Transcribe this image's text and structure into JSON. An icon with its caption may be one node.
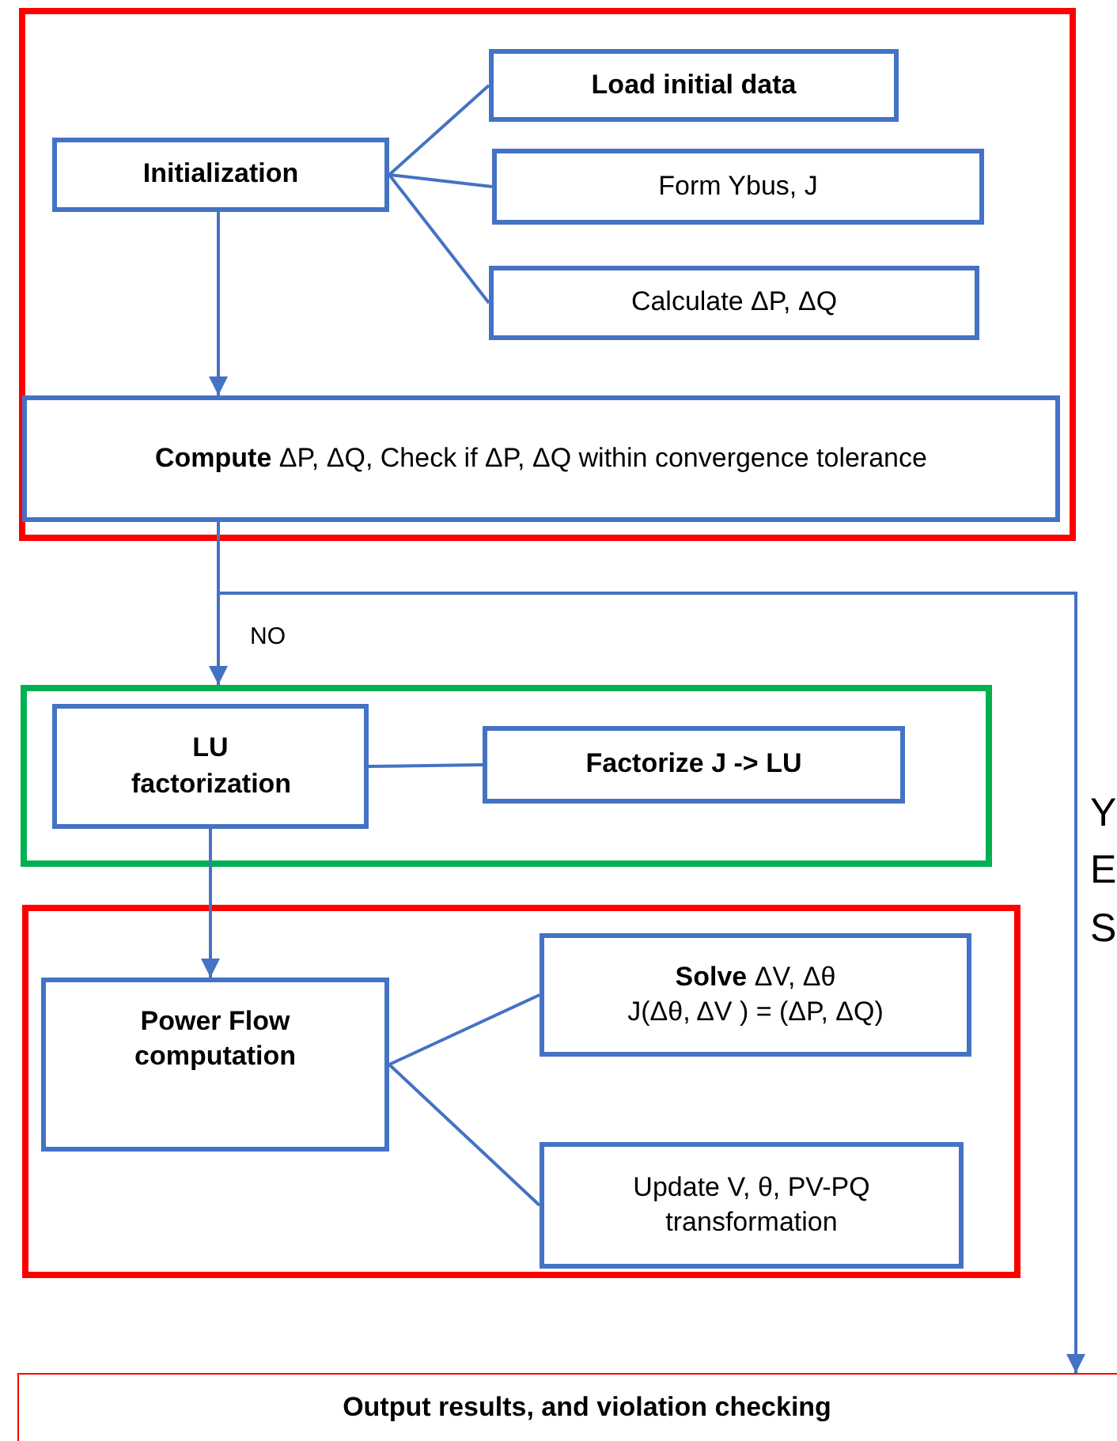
{
  "diagram": {
    "nodes": [
      {
        "text": [],
        "shape": "box"
      },
      {
        "text": [
          "Initialization"
        ],
        "in": 0
      },
      {
        "text": [
          "Load initial data"
        ],
        "in": 0
      },
      {
        "text": [
          "Form Ybus, J"
        ],
        "in": 0
      },
      {
        "text": [
          "Calculate ΔP, ΔQ"
        ],
        "in": 0
      },
      {
        "text": [
          "**Compute** ΔP, ΔQ, Check if ΔP, ΔQ within convergence tolerance"
        ],
        "in": 0
      },
      {
        "text": [],
        "shape": "box"
      },
      {
        "text": [
          "LU factorization"
        ],
        "in": 6
      },
      {
        "text": [
          "Factorize J -> LU"
        ],
        "in": 6
      },
      {
        "text": [],
        "shape": "box"
      },
      {
        "text": [
          "Power Flow computation"
        ],
        "in": 9
      },
      {
        "text": [
          "**Solve** ΔV, Δθ",
          "J(Δθ, ΔV ) = (ΔP, ΔQ)"
        ],
        "in": 9
      },
      {
        "text": [
          "Update V, θ, PV-PQ transformation"
        ],
        "in": 9
      },
      {
        "text": [
          "Output results, and violation checking"
        ]
      }
    ],
    "edges": [
      {
        "from": 1,
        "to": 2,
        "arrow": "none"
      },
      {
        "from": 1,
        "to": 3,
        "arrow": "none"
      },
      {
        "from": 1,
        "to": 4,
        "arrow": "none"
      },
      {
        "from": 1,
        "to": 5,
        "arrow": "to"
      },
      {
        "from": 5,
        "to": 6,
        "arrow": "to",
        "label": "NO"
      },
      {
        "from": 5,
        "to": 13,
        "arrow": "to",
        "label": "YES"
      },
      {
        "from": 7,
        "to": 8,
        "arrow": "none"
      },
      {
        "from": 7,
        "to": 10,
        "arrow": "to"
      },
      {
        "from": 10,
        "to": 11,
        "arrow": "none"
      },
      {
        "from": 10,
        "to": 12,
        "arrow": "none"
      }
    ]
  }
}
